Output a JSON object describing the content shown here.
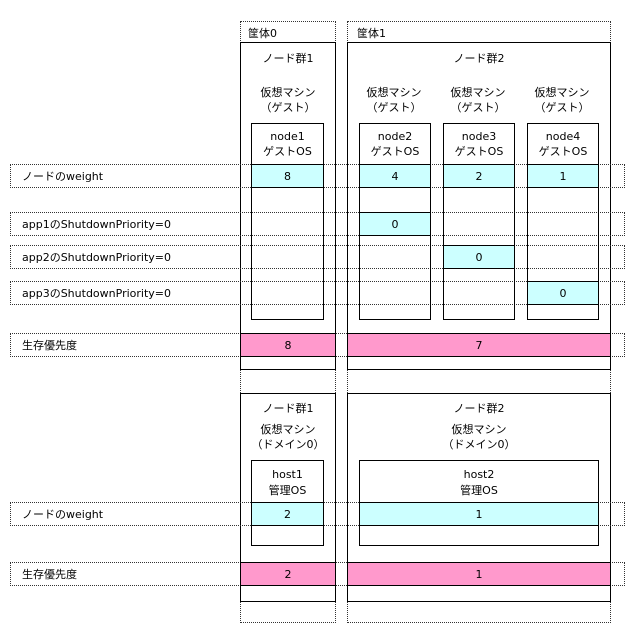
{
  "chassis": {
    "c0": "筐体0",
    "c1": "筐体1"
  },
  "top": {
    "group1": "ノード群1",
    "group2": "ノード群2",
    "vm_line1": "仮想マシン",
    "vm_line2": "（ゲスト）",
    "nodes": [
      {
        "name": "node1",
        "os": "ゲストOS",
        "weight": "8"
      },
      {
        "name": "node2",
        "os": "ゲストOS",
        "weight": "4"
      },
      {
        "name": "node3",
        "os": "ゲストOS",
        "weight": "2"
      },
      {
        "name": "node4",
        "os": "ゲストOS",
        "weight": "1"
      }
    ],
    "row_weight": "ノードのweight",
    "row_app1": "app1のShutdownPriority=0",
    "row_app2": "app2のShutdownPriority=0",
    "row_app3": "app3のShutdownPriority=0",
    "app1_value": "0",
    "app2_value": "0",
    "app3_value": "0",
    "row_survival": "生存優先度",
    "survival_g1": "8",
    "survival_g2": "7"
  },
  "bottom": {
    "group1": "ノード群1",
    "group2": "ノード群2",
    "vm_line1": "仮想マシン",
    "vm_line2": "（ドメイン0）",
    "hosts": [
      {
        "name": "host1",
        "os": "管理OS",
        "weight": "2"
      },
      {
        "name": "host2",
        "os": "管理OS",
        "weight": "1"
      }
    ],
    "row_weight": "ノードのweight",
    "row_survival": "生存優先度",
    "survival_g1": "2",
    "survival_g2": "1"
  },
  "colors": {
    "weight_fill": "#ccffff",
    "priority_fill": "#ff99cc"
  }
}
